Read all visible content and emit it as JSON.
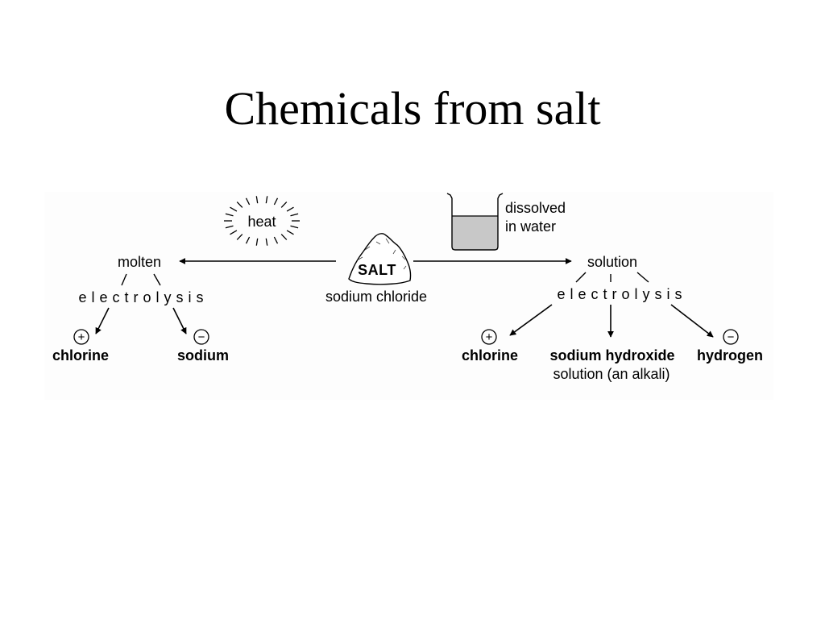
{
  "title": "Chemicals from salt",
  "diagram": {
    "center": {
      "salt_label": "SALT",
      "caption": "sodium chloride"
    },
    "left": {
      "heat_label": "heat",
      "state": "molten",
      "process": "electrolysis",
      "products": [
        {
          "sign": "+",
          "name": "chlorine"
        },
        {
          "sign": "−",
          "name": "sodium"
        }
      ]
    },
    "right": {
      "beaker_caption_line1": "dissolved",
      "beaker_caption_line2": "in water",
      "state": "solution",
      "process": "electrolysis",
      "products": [
        {
          "sign": "+",
          "name": "chlorine",
          "note": ""
        },
        {
          "sign": "",
          "name": "sodium hydroxide",
          "note": "solution (an alkali)"
        },
        {
          "sign": "−",
          "name": "hydrogen",
          "note": ""
        }
      ]
    }
  }
}
